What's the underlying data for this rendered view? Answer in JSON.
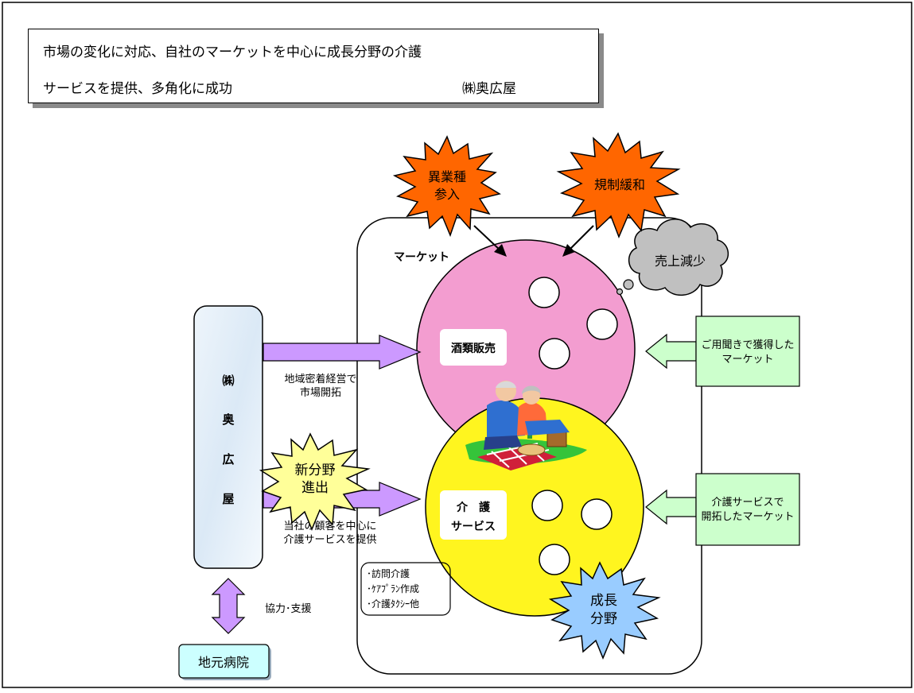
{
  "title_box": {
    "line1": "市場の変化に対応、自社のマーケットを中心に成長分野の介護",
    "line2": "サービスを提供、多角化に成功",
    "company": "㈱奥広屋"
  },
  "market_label": "マーケット",
  "bursts": {
    "entry": [
      "異業種",
      "参入"
    ],
    "deregulation": "規制緩和",
    "new_field": [
      "新分野",
      "進出"
    ],
    "growth": [
      "成長",
      "分野"
    ]
  },
  "cloud": "売上減少",
  "liquor": "酒類販売",
  "care": [
    "介　護",
    "サービス"
  ],
  "company_pillar": [
    "㈱",
    "奥",
    "広",
    "屋"
  ],
  "arrow_labels": {
    "top": [
      "地域密着経営で",
      "市場開拓"
    ],
    "bottom": [
      "当社の顧客を中心に",
      "介護サービスを提供"
    ],
    "coop": "協力･支援"
  },
  "right_boxes": {
    "top": [
      "ご用聞きで獲得した",
      "マーケット"
    ],
    "bottom": [
      "介護サービスで",
      "開拓したマーケット"
    ]
  },
  "services": [
    "･訪問介護",
    "･ｹｱﾌﾟﾗﾝ作成",
    "･介護ﾀｸｼｰ他"
  ],
  "hospital": "地元病院",
  "colors": {
    "pink_circle": "#f39dd0",
    "yellow_circle": "#fff51f",
    "orange_burst": "#ff6600",
    "pale_yellow_burst": "#ffff99",
    "blue_burst": "#99ccff",
    "purple_arrow": "#cc99ff",
    "green_box": "#ccffcc",
    "hospital_box": "#ccffff",
    "cloud": "#c0c0c0"
  }
}
